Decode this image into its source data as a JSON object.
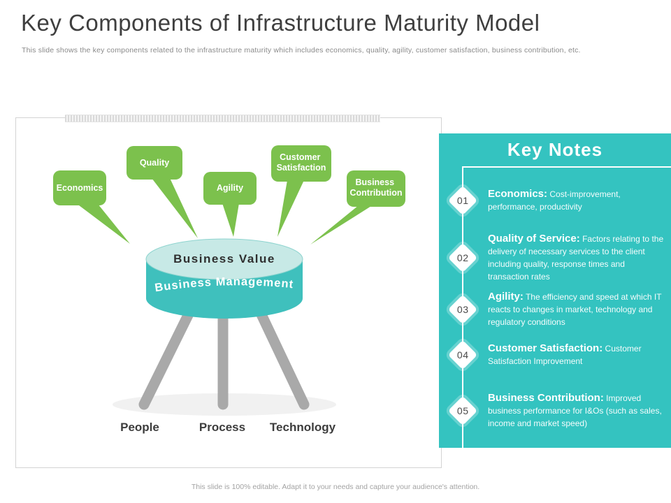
{
  "slide": {
    "title": "Key Components of Infrastructure Maturity Model",
    "subtitle": "This slide shows the key components related to the infrastructure maturity which includes economics, quality, agility,  customer satisfaction, business contribution, etc.",
    "footer": "This slide is 100% editable. Adapt it to your needs and capture your audience's attention."
  },
  "diagram": {
    "callouts": [
      {
        "lines": [
          "Economics"
        ]
      },
      {
        "lines": [
          "Quality"
        ]
      },
      {
        "lines": [
          "Agility"
        ]
      },
      {
        "lines": [
          "Customer",
          "Satisfaction"
        ]
      },
      {
        "lines": [
          "Business",
          "Contribution"
        ]
      }
    ],
    "table": {
      "top_label": "Business Value",
      "side_label": "Business Management"
    },
    "leg_labels": [
      "People",
      "Process",
      "Technology"
    ]
  },
  "key_notes": {
    "title": "Key Notes",
    "items": [
      {
        "number": "01",
        "heading": "Economics:",
        "text": "Cost-improvement, performance, productivity"
      },
      {
        "number": "02",
        "heading": "Quality of Service:",
        "text": "Factors relating to the delivery of necessary services to the client including quality, response times and transaction rates"
      },
      {
        "number": "03",
        "heading": "Agility:",
        "text": "The efficiency and speed at which IT reacts to changes in market,  technology and regulatory conditions"
      },
      {
        "number": "04",
        "heading": "Customer Satisfaction:",
        "text": "Customer Satisfaction Improvement"
      },
      {
        "number": "05",
        "heading": "Business Contribution:",
        "text": "Improved business performance for I&Os (such as sales, income and market speed)"
      }
    ]
  },
  "colors": {
    "accent_green": "#7cc14d",
    "accent_teal": "#34c3c0",
    "cylinder_top": "#c7e9e6",
    "cylinder_side": "#3fc0bd",
    "leg_gray": "#a9a9a9",
    "title_text": "#3f3f3f"
  }
}
